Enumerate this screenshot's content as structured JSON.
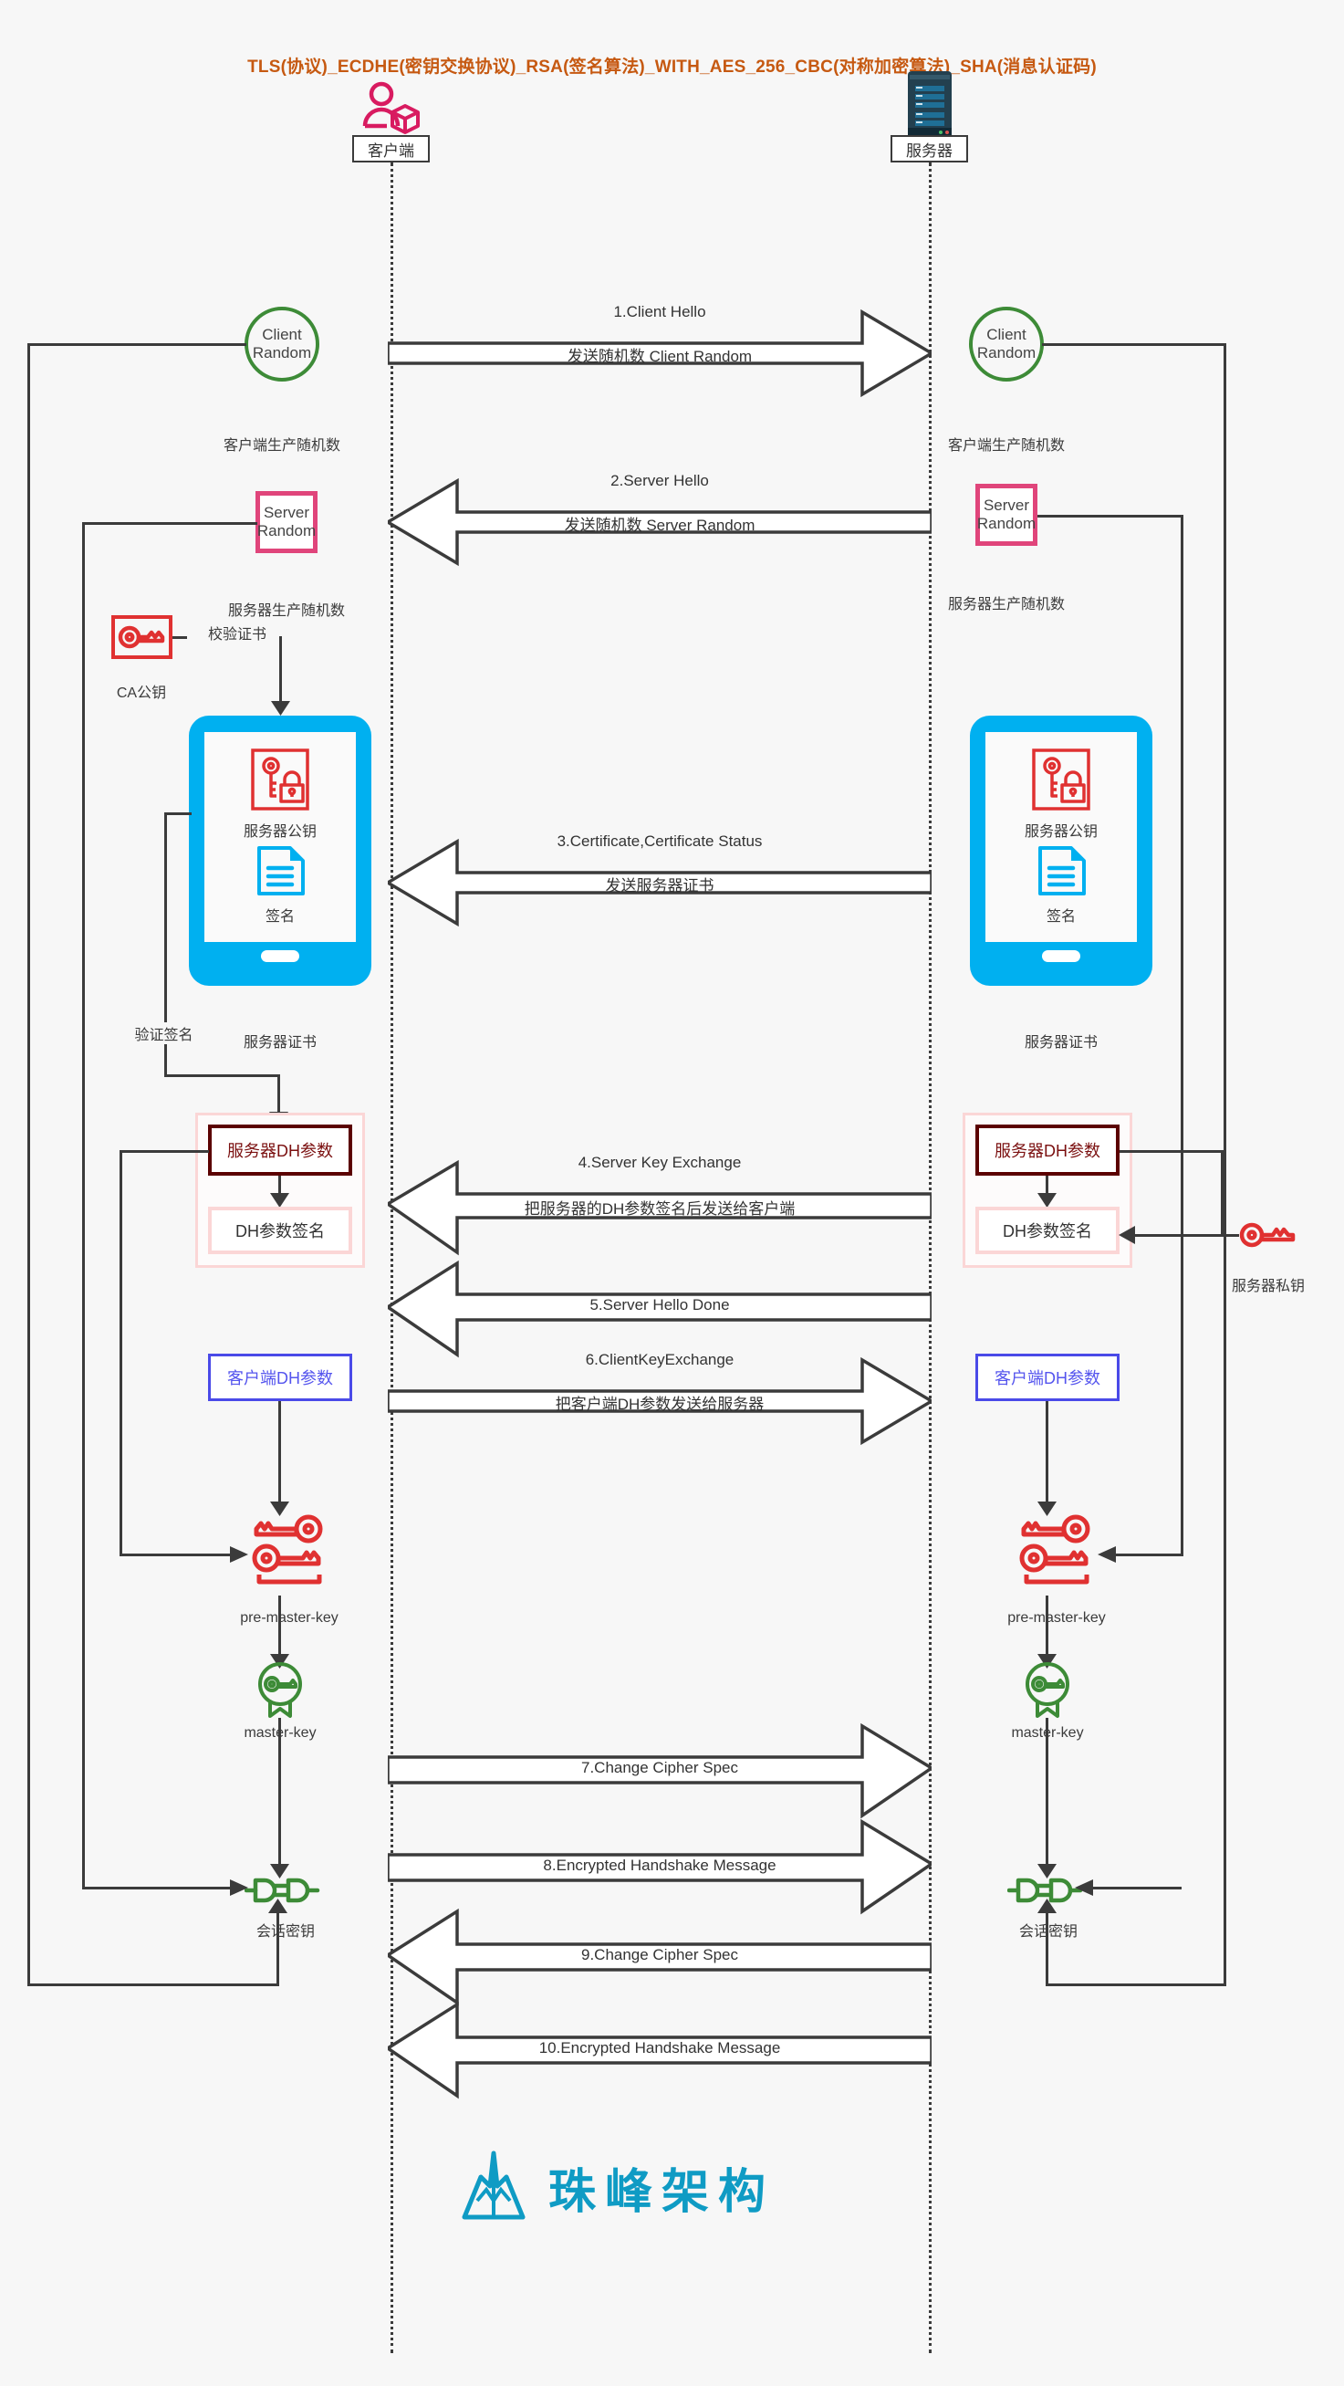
{
  "title": "TLS(协议)_ECDHE(密钥交换协议)_RSA(签名算法)_WITH_AES_256_CBC(对称加密算法)_SHA(消息认证码)",
  "actors": {
    "client": {
      "label": "客户端",
      "icon": "user-cube-icon"
    },
    "server": {
      "label": "服务器",
      "icon": "server-tower-icon"
    }
  },
  "client_column": {
    "client_random": {
      "text": "Client\nRandom",
      "line1": "Client",
      "line2": "Random",
      "caption": "客户端生产随机数"
    },
    "server_random": {
      "line1": "Server",
      "line2": "Random",
      "caption": "服务器生产随机数"
    },
    "ca_public_key": {
      "caption": "CA公钥",
      "icon": "key-in-box-icon"
    },
    "verify_cert_label": "校验证书",
    "certificate": {
      "public_key_label": "服务器公钥",
      "signature_label": "签名",
      "caption": "服务器证书",
      "key_icon": "key-lock-icon",
      "doc_icon": "document-icon"
    },
    "verify_signature_label": "验证签名",
    "server_dh": "服务器DH参数",
    "dh_signature": "DH参数签名",
    "client_dh": "客户端DH参数",
    "pre_master_key": {
      "caption": "pre-master-key",
      "icon": "double-key-icon"
    },
    "master_key": {
      "caption": "master-key",
      "icon": "key-badge-icon"
    },
    "session_key": {
      "caption": "会话密钥",
      "icon": "plug-connector-icon"
    }
  },
  "server_column": {
    "client_random": {
      "line1": "Client",
      "line2": "Random",
      "caption": "客户端生产随机数"
    },
    "server_random": {
      "line1": "Server",
      "line2": "Random",
      "caption": "服务器生产随机数"
    },
    "certificate": {
      "public_key_label": "服务器公钥",
      "signature_label": "签名",
      "caption": "服务器证书",
      "key_icon": "key-lock-icon",
      "doc_icon": "document-icon"
    },
    "server_dh": "服务器DH参数",
    "dh_signature": "DH参数签名",
    "server_private_key": {
      "caption": "服务器私钥",
      "icon": "key-icon"
    },
    "client_dh": "客户端DH参数",
    "pre_master_key": {
      "caption": "pre-master-key",
      "icon": "double-key-icon"
    },
    "master_key": {
      "caption": "master-key",
      "icon": "key-badge-icon"
    },
    "session_key": {
      "caption": "会话密钥",
      "icon": "plug-connector-icon"
    }
  },
  "messages": [
    {
      "id": 1,
      "top": "1.Client Hello",
      "inner": "发送随机数 Client Random",
      "dir": "right"
    },
    {
      "id": 2,
      "top": "2.Server Hello",
      "inner": "发送随机数 Server Random",
      "dir": "left"
    },
    {
      "id": 3,
      "top": "3.Certificate,Certificate Status",
      "inner": "发送服务器证书",
      "dir": "left"
    },
    {
      "id": 4,
      "top": "4.Server Key Exchange",
      "inner": "把服务器的DH参数签名后发送给客户端",
      "dir": "left"
    },
    {
      "id": 5,
      "top": "",
      "inner": "5.Server Hello Done",
      "dir": "left"
    },
    {
      "id": 6,
      "top": "6.ClientKeyExchange",
      "inner": "把客户端DH参数发送给服务器",
      "dir": "right"
    },
    {
      "id": 7,
      "top": "",
      "inner": "7.Change Cipher Spec",
      "dir": "right"
    },
    {
      "id": 8,
      "top": "",
      "inner": "8.Encrypted Handshake Message",
      "dir": "right"
    },
    {
      "id": 9,
      "top": "",
      "inner": "9.Change Cipher Spec",
      "dir": "left"
    },
    {
      "id": 10,
      "top": "",
      "inner": "10.Encrypted Handshake Message",
      "dir": "left"
    }
  ],
  "watermark": {
    "text": "珠峰架构",
    "icon": "mountain-icon"
  },
  "colors": {
    "title": "#c65911",
    "green": "#3d8b37",
    "pink": "#e0457b",
    "cyan": "#00b0f0",
    "red": "#e03131",
    "darkred": "#5b0000",
    "blue": "#4a4ae8",
    "ink": "#3b3b3b",
    "logo": "#0f9bc4",
    "background": "#f7f7f7"
  }
}
